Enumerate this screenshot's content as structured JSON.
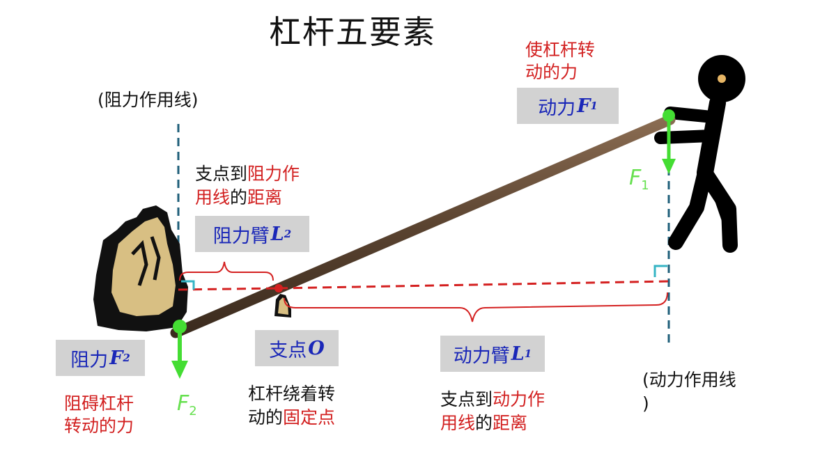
{
  "title": "杠杆五要素",
  "resistance_line_label": "(阻力作用线)",
  "effort_line_label_1": "(动力作用线",
  "effort_line_label_2": ")",
  "effort_desc": {
    "line1": "使杠杆转",
    "line2": "动的力"
  },
  "effort_box": {
    "text": "动力",
    "symbol": "F",
    "sub": "1"
  },
  "resistance_arm_desc": {
    "a": "支点到",
    "b": "阻力作",
    "c": "用线",
    "d": "的",
    "e": "距离"
  },
  "resistance_arm_box": {
    "text": "阻力臂",
    "symbol": "L",
    "sub": "2"
  },
  "resistance_box": {
    "text": "阻力",
    "symbol": "F",
    "sub": "2"
  },
  "resistance_desc": {
    "line1": "阻碍杠杆",
    "line2": "转动的力"
  },
  "fulcrum_box": {
    "text": "支点",
    "symbol": "O"
  },
  "fulcrum_desc": {
    "line1": "杠杆绕着转",
    "a": "动的",
    "b": "固定点"
  },
  "effort_arm_box": {
    "text": "动力臂",
    "symbol": "L",
    "sub": "1"
  },
  "effort_arm_desc": {
    "a": "支点到",
    "b": "动力作",
    "c": "用线",
    "d": "的",
    "e": "距离"
  },
  "force_labels": {
    "f1": "F",
    "f1_sub": "1",
    "f2": "F",
    "f2_sub": "2"
  },
  "colors": {
    "black_text": "#111111",
    "red_text": "#d21f1f",
    "blue_text": "#1a27b8",
    "box_bg": "#d2d2d2",
    "force_arrow": "#44dd33",
    "force_label": "#66e04f",
    "lever": "#5a4330",
    "action_line": "#1f5f7a",
    "arm_line": "#d42020",
    "right_angle_marker": "#35b4c4",
    "rock": "#d8bf83"
  }
}
